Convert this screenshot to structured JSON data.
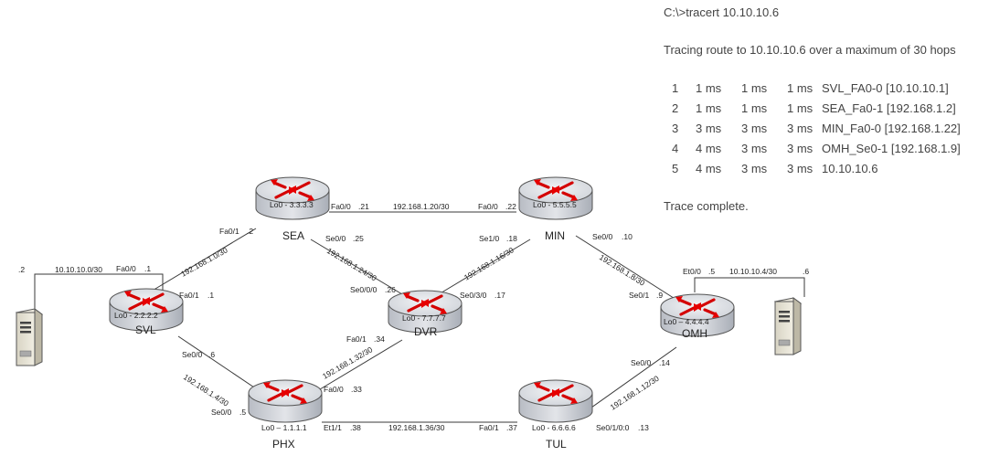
{
  "trace": {
    "command": "C:\\>tracert 10.10.10.6",
    "header": "Tracing route to 10.10.10.6 over a maximum of 30 hops",
    "hops": [
      {
        "n": "1",
        "t1": "1 ms",
        "t2": "1 ms",
        "t3": "1 ms",
        "host": "SVL_FA0-0 [10.10.10.1]"
      },
      {
        "n": "2",
        "t1": "1 ms",
        "t2": "1 ms",
        "t3": "1 ms",
        "host": "SEA_Fa0-1 [192.168.1.2]"
      },
      {
        "n": "3",
        "t1": "3 ms",
        "t2": "3 ms",
        "t3": "3 ms",
        "host": "MIN_Fa0-0 [192.168.1.22]"
      },
      {
        "n": "4",
        "t1": "4 ms",
        "t2": "3 ms",
        "t3": "3 ms",
        "host": "OMH_Se0-1 [192.168.1.9]"
      },
      {
        "n": "5",
        "t1": "4 ms",
        "t2": "3 ms",
        "t3": "3 ms",
        "host": "10.10.10.6"
      }
    ],
    "footer": "Trace complete."
  },
  "routers": {
    "sea": {
      "name": "SEA",
      "loopback": "Lo0 - 3.3.3.3"
    },
    "min": {
      "name": "MIN",
      "loopback": "Lo0 - 5.5.5.5"
    },
    "svl": {
      "name": "SVL",
      "loopback": "Lo0 - 2.2.2.2"
    },
    "dvr": {
      "name": "DVR",
      "loopback": "Lo0 - 7.7.7.7"
    },
    "omh": {
      "name": "OMH",
      "loopback": "Lo0 – 4.4.4.4"
    },
    "phx": {
      "name": "PHX",
      "loopback": "Lo0 – 1.1.1.1"
    },
    "tul": {
      "name": "TUL",
      "loopback": "Lo0 - 6.6.6.6"
    }
  },
  "networks": {
    "left_lan": "10.10.10.0/30",
    "right_lan": "10.10.10.4/30",
    "svl_sea": "192.168.1.0/30",
    "sea_min": "192.168.1.20/30",
    "sea_dvr": "192.168.1.24/30",
    "min_dvr": "192.168.1.16/30",
    "min_omh": "192.168.1.8/30",
    "svl_phx": "192.168.1.4/30",
    "phx_dvr": "192.168.1.32/30",
    "phx_tul": "192.168.1.36/30",
    "tul_omh": "192.168.1.12/30"
  },
  "interfaces": {
    "left_host_ip": ".2",
    "svl_fa00": "Fa0/0",
    "svl_fa00_ip": ".1",
    "svl_fa01": "Fa0/1",
    "svl_fa01_ip": ".1",
    "svl_se00": "Se0/0",
    "svl_se00_ip": ".6",
    "sea_fa01": "Fa0/1",
    "sea_fa01_ip": ".2",
    "sea_fa00": "Fa0/0",
    "sea_fa00_ip": ".21",
    "sea_se00": "Se0/0",
    "sea_se00_ip": ".25",
    "min_fa00": "Fa0/0",
    "min_fa00_ip": ".22",
    "min_se10": "Se1/0",
    "min_se10_ip": ".18",
    "min_se00": "Se0/0",
    "min_se00_ip": ".10",
    "dvr_se000": "Se0/0/0",
    "dvr_se000_ip": ".26",
    "dvr_se030": "Se0/3/0",
    "dvr_se030_ip": ".17",
    "dvr_fa01": "Fa0/1",
    "dvr_fa01_ip": ".34",
    "omh_et00": "Et0/0",
    "omh_et00_ip": ".5",
    "right_host_ip": ".6",
    "omh_se01": "Se0/1",
    "omh_se01_ip": ".9",
    "omh_se00": "Se0/0",
    "omh_se00_ip": ".14",
    "phx_se00": "Se0/0",
    "phx_se00_ip": ".5",
    "phx_fa00": "Fa0/0",
    "phx_fa00_ip": ".33",
    "phx_et11": "Et1/1",
    "phx_et11_ip": ".38",
    "tul_fa01": "Fa0/1",
    "tul_fa01_ip": ".37",
    "tul_se010": "Se0/1/0:0",
    "tul_se010_ip": ".13"
  },
  "icons": {
    "router": "router-icon",
    "server": "server-icon"
  },
  "colors": {
    "router_body": "#c9cdd4",
    "router_top": "#e8eaee",
    "arrow": "#e00000",
    "link": "#3a3a3a"
  }
}
